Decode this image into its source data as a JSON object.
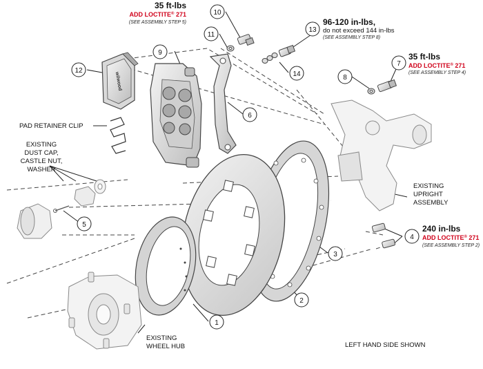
{
  "colors": {
    "accent_red": "#d0021b",
    "line": "#333333",
    "part_fill": "#e6e6e6",
    "part_stroke": "#555555"
  },
  "callouts": [
    {
      "num": "1"
    },
    {
      "num": "2"
    },
    {
      "num": "3"
    },
    {
      "num": "4"
    },
    {
      "num": "5"
    },
    {
      "num": "6"
    },
    {
      "num": "7"
    },
    {
      "num": "8"
    },
    {
      "num": "9"
    },
    {
      "num": "10"
    },
    {
      "num": "11"
    },
    {
      "num": "12"
    },
    {
      "num": "13"
    },
    {
      "num": "14"
    }
  ],
  "notes": {
    "n10": {
      "torque": "35 ft-lbs",
      "loctite": "ADD LOCTITE",
      "reg": "®",
      "grade": " 271",
      "step": "(SEE ASSEMBLY STEP 5)"
    },
    "n13": {
      "torque": "96-120 in-lbs,",
      "limit": "do not exceed 144 in-lbs",
      "step": "(SEE ASSEMBLY STEP 8)"
    },
    "n7": {
      "torque": "35 ft-lbs",
      "loctite": "ADD LOCTITE",
      "reg": "®",
      "grade": " 271",
      "step": "(SEE ASSEMBLY STEP 4)"
    },
    "n4": {
      "torque": "240 in-lbs",
      "loctite": "ADD LOCTITE",
      "reg": "®",
      "grade": " 271",
      "step": "(SEE ASSEMBLY STEP 2)"
    }
  },
  "labels": {
    "pad_clip": "PAD RETAINER CLIP",
    "existing_dust": [
      "EXISTING",
      "DUST CAP,",
      "CASTLE NUT,",
      "WASHER"
    ],
    "existing_upright": [
      "EXISTING",
      "UPRIGHT",
      "ASSEMBLY"
    ],
    "existing_hub": [
      "EXISTING",
      "WHEEL HUB"
    ],
    "side_shown": "LEFT HAND SIDE SHOWN",
    "pad_brand": "wilwood"
  }
}
